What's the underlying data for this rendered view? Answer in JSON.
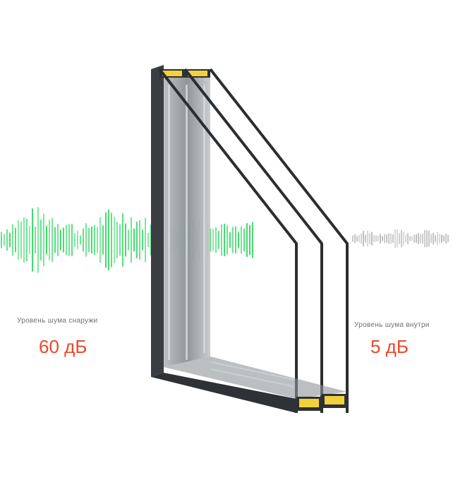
{
  "outside": {
    "label": "Уровень шума снаружи",
    "value": "60 дБ"
  },
  "inside": {
    "label": "Уровень шума внутри",
    "value": "5 дБ"
  },
  "colors": {
    "accent": "#e8492a",
    "wave_outside": "#3ddc6a",
    "wave_inside": "#bdbdbd",
    "frame": "#3a3d41",
    "spacer": "#f2d23b",
    "glass": "#9ea3a8"
  },
  "icons": [
    "sound-wave-outside-icon",
    "sound-wave-inside-icon",
    "double-glazed-window-icon"
  ]
}
